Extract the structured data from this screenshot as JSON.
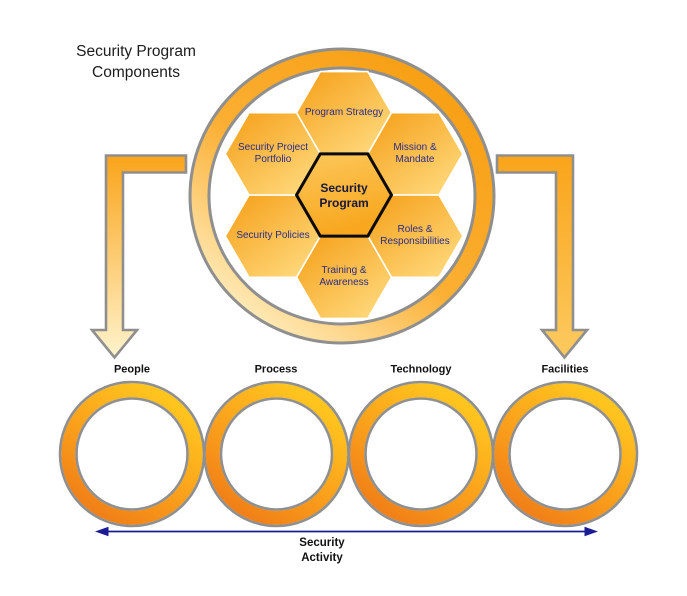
{
  "title": "Security Program\nComponents",
  "hub": {
    "center_label": "Security\nProgram",
    "cells": [
      {
        "id": "program-strategy",
        "label": "Program Strategy"
      },
      {
        "id": "mission-mandate",
        "label": "Mission &\nMandate"
      },
      {
        "id": "roles-responsibilities",
        "label": "Roles &\nResponsibilities"
      },
      {
        "id": "training-awareness",
        "label": "Training &\nAwareness"
      },
      {
        "id": "security-policies",
        "label": "Security Policies"
      },
      {
        "id": "security-project-portfolio",
        "label": "Security Project\nPortfolio"
      }
    ]
  },
  "activity_row": {
    "circles": [
      {
        "label": "People"
      },
      {
        "label": "Process"
      },
      {
        "label": "Technology"
      },
      {
        "label": "Facilities"
      }
    ],
    "axis_label": "Security\nActivity"
  },
  "colors": {
    "hex_fill_dark": "#F59E16",
    "hex_fill_light": "#FFDA7E",
    "center_hex_border": "#0A0A0A",
    "ring_orange": "#F89F13",
    "ring_pale": "#FFEDBE",
    "small_ring_dark": "#F07E17",
    "small_ring_light": "#FFC51E",
    "outline_gray": "#8F8F8F",
    "hex_label_navy": "#2B2B8A",
    "axis_arrow_navy": "#1B1B96",
    "text_black": "#1C1C1C"
  }
}
